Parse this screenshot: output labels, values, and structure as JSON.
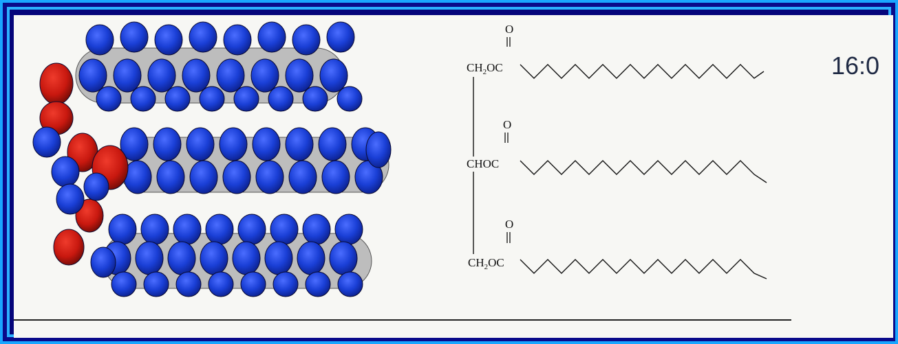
{
  "diagram": {
    "label": "16:0",
    "formula": {
      "rows": [
        {
          "carbonyl": "O",
          "group_main": "CH",
          "group_sub": "2",
          "group_tail": "OC"
        },
        {
          "carbonyl": "O",
          "group_main": "CHOC",
          "group_sub": "",
          "group_tail": ""
        },
        {
          "carbonyl": "O",
          "group_main": "CH",
          "group_sub": "2",
          "group_tail": "OC"
        }
      ]
    },
    "colors": {
      "hydrogen_blue": "#1a3fd6",
      "oxygen_red": "#c8180f",
      "carbon_gray": "#b8b8b8",
      "frame_outer": "#19a6ff",
      "frame_bg": "#05057a",
      "paper": "#f7f7f4"
    }
  }
}
